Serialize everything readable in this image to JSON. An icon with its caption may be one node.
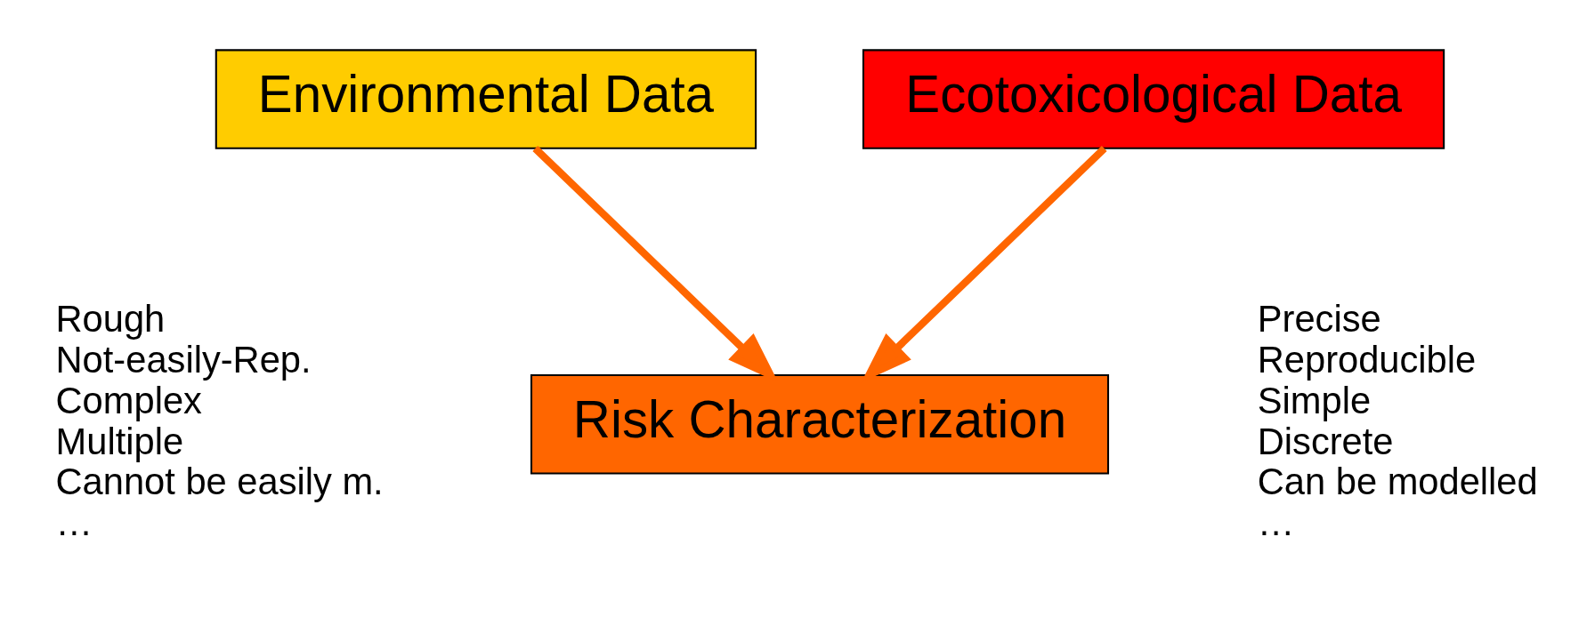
{
  "diagram": {
    "nodes": [
      {
        "text": [
          "Environmental Data"
        ]
      },
      {
        "text": [
          "Ecotoxicological Data"
        ]
      },
      {
        "text": [
          "Risk Characterization"
        ]
      }
    ],
    "edges": [
      {
        "from": 0,
        "to": 2,
        "arrow": "to"
      },
      {
        "from": 1,
        "to": 2,
        "arrow": "to"
      }
    ],
    "labels": [
      "Rough",
      "Not-easily-Rep.",
      "Complex",
      "Multiple",
      "Cannot be easily m.",
      "…",
      "Precise",
      "Reproducible",
      "Simple",
      "Discrete",
      "Can be modelled",
      "…"
    ]
  }
}
